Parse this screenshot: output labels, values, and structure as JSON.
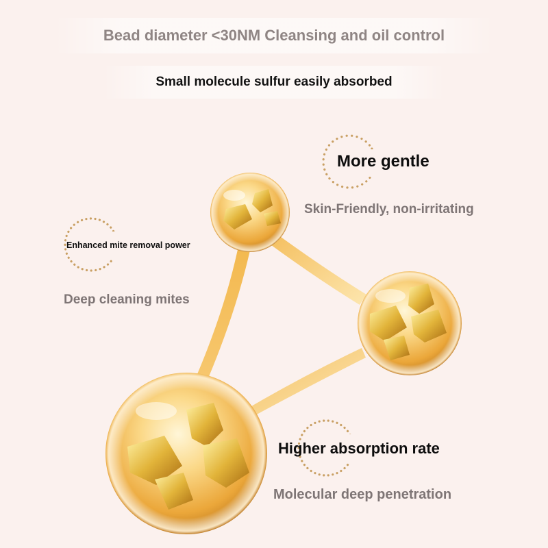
{
  "banners": {
    "top": "Bead diameter <30NM Cleansing and oil control",
    "second": "Small molecule sulfur easily absorbed"
  },
  "features": {
    "gentle": {
      "title": "More gentle",
      "subtitle": "Skin-Friendly, non-irritating"
    },
    "mite": {
      "title": "Enhanced mite removal power",
      "subtitle": "Deep cleaning mites"
    },
    "absorption": {
      "title": "Higher absorption rate",
      "subtitle": "Molecular deep penetration"
    }
  },
  "colors": {
    "background": "#fbf1ee",
    "gold": "#e8a62a",
    "gold_light": "#fde7a4",
    "dot_ring": "#c9a064"
  }
}
